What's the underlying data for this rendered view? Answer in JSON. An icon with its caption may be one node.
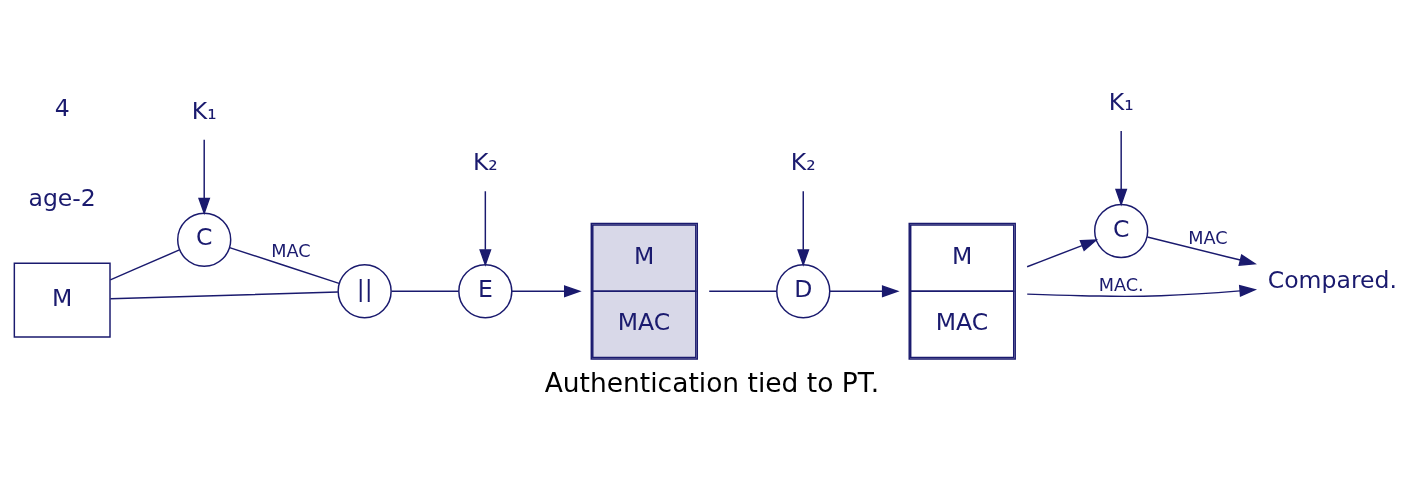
{
  "diagram": {
    "caption": "Authentication tied to PT.",
    "nodes": [
      {
        "text": [
          "M"
        ]
      },
      {
        "text": [
          "C"
        ]
      },
      {
        "text": [
          "||"
        ]
      },
      {
        "text": [
          "E"
        ]
      },
      {
        "text": [
          "M",
          "MAC"
        ]
      },
      {
        "text": [
          "D"
        ]
      },
      {
        "text": [
          "M",
          "MAC"
        ]
      },
      {
        "text": [
          "C"
        ]
      },
      {
        "text": [
          "Compared."
        ]
      },
      {
        "text": [
          "K₁"
        ]
      },
      {
        "text": [
          "K₂"
        ]
      },
      {
        "text": [
          "K₂"
        ]
      },
      {
        "text": [
          "K₁"
        ]
      }
    ],
    "edges": [
      {
        "from": 0,
        "to": 2,
        "arrow": "none"
      },
      {
        "from": 0,
        "to": 1,
        "arrow": "none"
      },
      {
        "from": 1,
        "to": 2,
        "arrow": "none",
        "label": "MAC"
      },
      {
        "from": 2,
        "to": 3,
        "arrow": "none"
      },
      {
        "from": 3,
        "to": 4,
        "arrow": "to"
      },
      {
        "from": 4,
        "to": 5,
        "arrow": "none"
      },
      {
        "from": 5,
        "to": 6,
        "arrow": "to"
      },
      {
        "from": 6,
        "to": 7,
        "arrow": "to"
      },
      {
        "from": 7,
        "to": 8,
        "arrow": "to",
        "label": "MAC"
      },
      {
        "from": 6,
        "to": 8,
        "arrow": "to",
        "label": "MAC."
      },
      {
        "from": 9,
        "to": 1,
        "arrow": "to"
      },
      {
        "from": 10,
        "to": 3,
        "arrow": "to"
      },
      {
        "from": 11,
        "to": 5,
        "arrow": "to"
      },
      {
        "from": 12,
        "to": 7,
        "arrow": "to"
      }
    ],
    "labels": [
      "age-2",
      "4"
    ]
  }
}
